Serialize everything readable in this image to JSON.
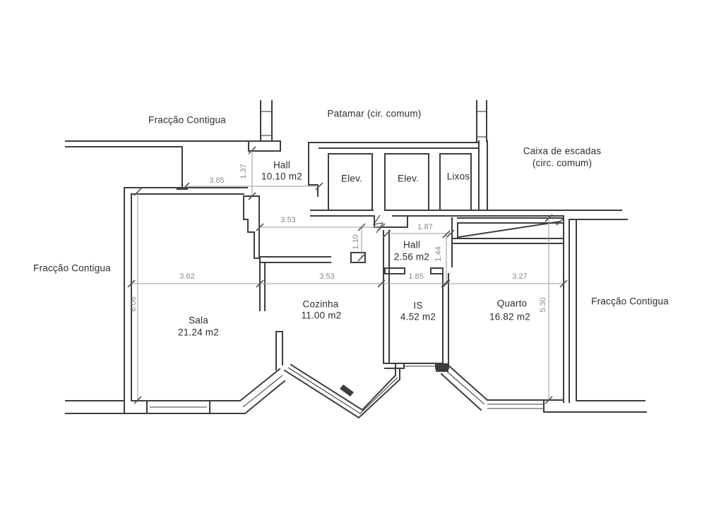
{
  "labels": {
    "fraccao_top": "Fracção Contigua",
    "fraccao_left": "Fracção Contigua",
    "fraccao_right": "Fracção Contigua",
    "patamar": "Patamar (cir. comum)",
    "caixa_line1": "Caixa de escadas",
    "caixa_line2": "(circ. comum)"
  },
  "rooms": [
    {
      "name": "Hall",
      "area": "10.10 m2"
    },
    {
      "name": "Elev."
    },
    {
      "name": "Elev."
    },
    {
      "name": "Lixos"
    },
    {
      "name": "Hall",
      "area": "2.56 m2"
    },
    {
      "name": "Sala",
      "area": "21.24 m2"
    },
    {
      "name": "Cozinha",
      "area": "11.00 m2"
    },
    {
      "name": "IS",
      "area": "4.52 m2"
    },
    {
      "name": "Quarto",
      "area": "16.82 m2"
    }
  ],
  "dimensions": {
    "hall_width": "3.85",
    "hall_depth": "1.37",
    "corridor_width": "3.53",
    "entry_width": "1.87",
    "corridor_depth": "1.10",
    "hall2_depth": "1.44",
    "sala_width": "3.62",
    "cozinha_width": "3.53",
    "is_width": "1.85",
    "quarto_width": "3.27",
    "sala_height": "6.06",
    "quarto_height": "5.30"
  },
  "colors": {
    "wall": "#3d3d3d",
    "dimension_line": "#9a9a9a",
    "dimension_text": "#8a8a8a",
    "label_text": "#2d2d2d",
    "background": "#ffffff"
  }
}
